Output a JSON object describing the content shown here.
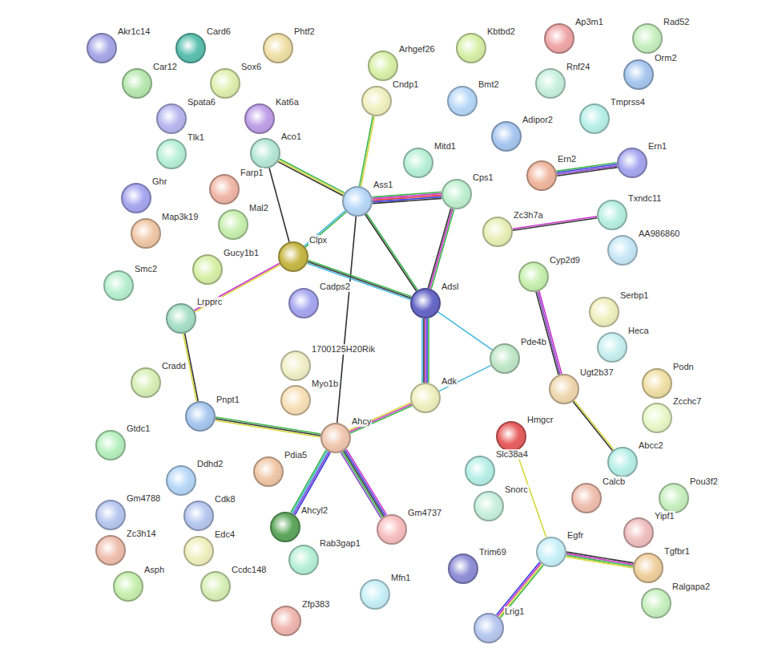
{
  "diagram": {
    "nodes": [
      {
        "text": [
          "Akr1c14"
        ]
      },
      {
        "text": [
          "Card6"
        ]
      },
      {
        "text": [
          "Phtf2"
        ]
      },
      {
        "text": [
          "Sox6"
        ]
      },
      {
        "text": [
          "Car12"
        ]
      },
      {
        "text": [
          "Arhgef26"
        ]
      },
      {
        "text": [
          "Kbtbd2"
        ]
      },
      {
        "text": [
          "Ap3m1"
        ]
      },
      {
        "text": [
          "Rad52"
        ]
      },
      {
        "text": [
          "Orm2"
        ]
      },
      {
        "text": [
          "Rnf24"
        ]
      },
      {
        "text": [
          "Cndp1"
        ]
      },
      {
        "text": [
          "Bmt2"
        ]
      },
      {
        "text": [
          "Spata6"
        ]
      },
      {
        "text": [
          "Kat6a"
        ]
      },
      {
        "text": [
          "Tmprss4"
        ]
      },
      {
        "text": [
          "Adipor2"
        ]
      },
      {
        "text": [
          "Tlk1"
        ]
      },
      {
        "text": [
          "Aco1"
        ]
      },
      {
        "text": [
          "Mitd1"
        ]
      },
      {
        "text": [
          "Ern2"
        ]
      },
      {
        "text": [
          "Ern1"
        ]
      },
      {
        "text": [
          "Ghr"
        ]
      },
      {
        "text": [
          "Farp1"
        ]
      },
      {
        "text": [
          "Ass1"
        ]
      },
      {
        "text": [
          "Cps1"
        ]
      },
      {
        "text": [
          "Txndc11"
        ]
      },
      {
        "text": [
          "Zc3h7a"
        ]
      },
      {
        "text": [
          "Map3k19"
        ]
      },
      {
        "text": [
          "Mal2"
        ]
      },
      {
        "text": [
          "AA986860"
        ]
      },
      {
        "text": [
          "Gucy1b1"
        ]
      },
      {
        "text": [
          "Clpx"
        ]
      },
      {
        "text": [
          "Smc2"
        ]
      },
      {
        "text": [
          "Cyp2d9"
        ]
      },
      {
        "text": [
          "Cadps2"
        ]
      },
      {
        "text": [
          "Adsl"
        ]
      },
      {
        "text": [
          "Lrpprc"
        ]
      },
      {
        "text": [
          "Serbp1"
        ]
      },
      {
        "text": [
          "Heca"
        ]
      },
      {
        "text": [
          "Pde4b"
        ]
      },
      {
        "text": [
          "1700125H20Rik"
        ]
      },
      {
        "text": [
          "Podn"
        ]
      },
      {
        "text": [
          "Cradd"
        ]
      },
      {
        "text": [
          "Myo1b"
        ]
      },
      {
        "text": [
          "Adk"
        ]
      },
      {
        "text": [
          "Ugt2b37"
        ]
      },
      {
        "text": [
          "Zcchc7"
        ]
      },
      {
        "text": [
          "Pnpt1"
        ]
      },
      {
        "text": [
          "Hmgcr"
        ]
      },
      {
        "text": [
          "Ahcy"
        ]
      },
      {
        "text": [
          "Gtdc1"
        ]
      },
      {
        "text": [
          "Slc38a4"
        ]
      },
      {
        "text": [
          "Abcc2"
        ]
      },
      {
        "text": [
          "Ddhd2"
        ]
      },
      {
        "text": [
          "Pdia5"
        ]
      },
      {
        "text": [
          "Calcb"
        ]
      },
      {
        "text": [
          "Pou3f2"
        ]
      },
      {
        "text": [
          "Snorc"
        ]
      },
      {
        "text": [
          "Gm4788"
        ]
      },
      {
        "text": [
          "Cdk8"
        ]
      },
      {
        "text": [
          "Gm4737"
        ]
      },
      {
        "text": [
          "Ahcyl2"
        ]
      },
      {
        "text": [
          "Yipf1"
        ]
      },
      {
        "text": [
          "Zc3h14"
        ]
      },
      {
        "text": [
          "Edc4"
        ]
      },
      {
        "text": [
          "Trim69"
        ]
      },
      {
        "text": [
          "Egfr"
        ]
      },
      {
        "text": [
          "Tgfbr1"
        ]
      },
      {
        "text": [
          "Rab3gap1"
        ]
      },
      {
        "text": [
          "Asph"
        ]
      },
      {
        "text": [
          "Ccdc148"
        ]
      },
      {
        "text": [
          "Ralgapa2"
        ]
      },
      {
        "text": [
          "Mfn1"
        ]
      },
      {
        "text": [
          "Zfp383"
        ]
      },
      {
        "text": [
          "Lrig1"
        ]
      }
    ],
    "edges": [
      {
        "from": 18,
        "to": 24,
        "arrow": "none"
      },
      {
        "from": 18,
        "to": 32,
        "arrow": "none"
      },
      {
        "from": 11,
        "to": 24,
        "arrow": "none"
      },
      {
        "from": 24,
        "to": 25,
        "arrow": "none"
      },
      {
        "from": 24,
        "to": 32,
        "arrow": "none"
      },
      {
        "from": 24,
        "to": 36,
        "arrow": "none"
      },
      {
        "from": 24,
        "to": 50,
        "arrow": "none"
      },
      {
        "from": 25,
        "to": 36,
        "arrow": "none"
      },
      {
        "from": 32,
        "to": 36,
        "arrow": "none"
      },
      {
        "from": 32,
        "to": 37,
        "arrow": "none"
      },
      {
        "from": 37,
        "to": 48,
        "arrow": "none"
      },
      {
        "from": 48,
        "to": 50,
        "arrow": "none"
      },
      {
        "from": 36,
        "to": 45,
        "arrow": "none"
      },
      {
        "from": 36,
        "to": 40,
        "arrow": "none"
      },
      {
        "from": 40,
        "to": 45,
        "arrow": "none"
      },
      {
        "from": 45,
        "to": 50,
        "arrow": "none"
      },
      {
        "from": 50,
        "to": 62,
        "arrow": "none"
      },
      {
        "from": 50,
        "to": 61,
        "arrow": "none"
      },
      {
        "from": 20,
        "to": 21,
        "arrow": "none"
      },
      {
        "from": 27,
        "to": 26,
        "arrow": "none"
      },
      {
        "from": 34,
        "to": 46,
        "arrow": "none"
      },
      {
        "from": 46,
        "to": 53,
        "arrow": "none"
      },
      {
        "from": 49,
        "to": 67,
        "arrow": "none"
      },
      {
        "from": 67,
        "to": 75,
        "arrow": "none"
      },
      {
        "from": 67,
        "to": 68,
        "arrow": "none"
      }
    ]
  }
}
